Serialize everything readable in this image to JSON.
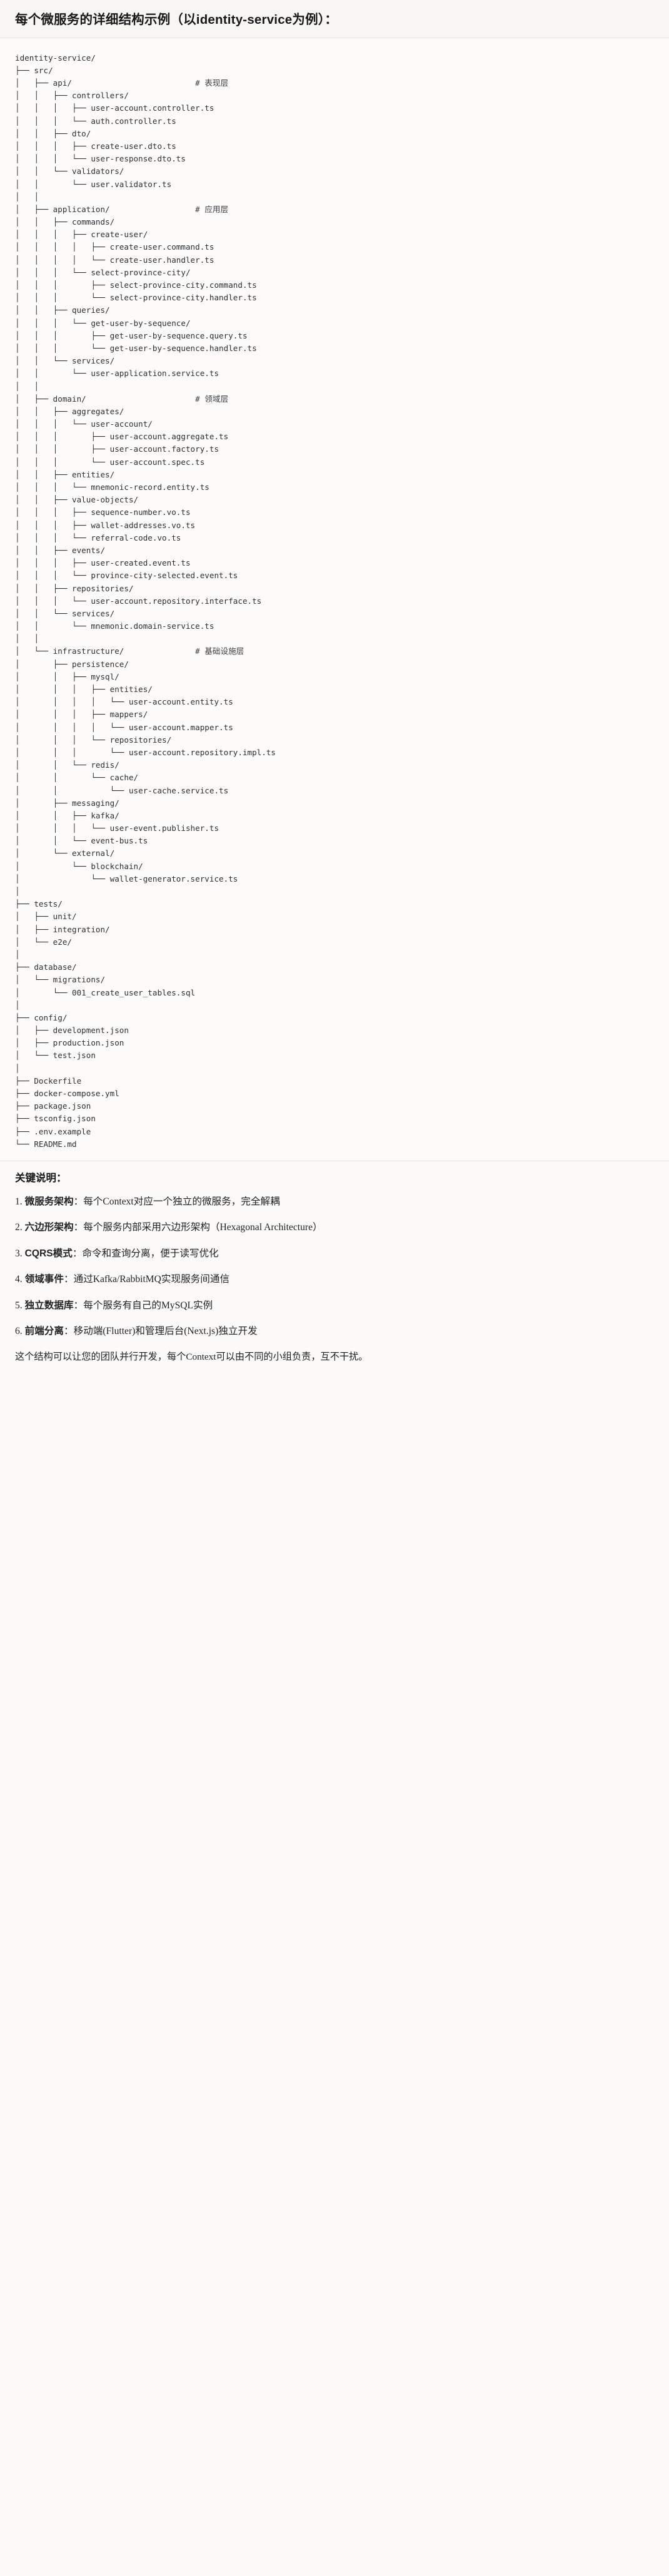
{
  "header": {
    "title": "每个微服务的详细结构示例（以identity-service为例）："
  },
  "tree": {
    "root_label": "identity-service/",
    "lines": [
      {
        "path": "identity-service/",
        "comment": ""
      },
      {
        "path": "├── src/",
        "comment": ""
      },
      {
        "path": "│   ├── api/",
        "comment": "# 表现层"
      },
      {
        "path": "│   │   ├── controllers/",
        "comment": ""
      },
      {
        "path": "│   │   │   ├── user-account.controller.ts",
        "comment": ""
      },
      {
        "path": "│   │   │   └── auth.controller.ts",
        "comment": ""
      },
      {
        "path": "│   │   ├── dto/",
        "comment": ""
      },
      {
        "path": "│   │   │   ├── create-user.dto.ts",
        "comment": ""
      },
      {
        "path": "│   │   │   └── user-response.dto.ts",
        "comment": ""
      },
      {
        "path": "│   │   └── validators/",
        "comment": ""
      },
      {
        "path": "│   │       └── user.validator.ts",
        "comment": ""
      },
      {
        "path": "│   │",
        "comment": ""
      },
      {
        "path": "│   ├── application/",
        "comment": "# 应用层"
      },
      {
        "path": "│   │   ├── commands/",
        "comment": ""
      },
      {
        "path": "│   │   │   ├── create-user/",
        "comment": ""
      },
      {
        "path": "│   │   │   │   ├── create-user.command.ts",
        "comment": ""
      },
      {
        "path": "│   │   │   │   └── create-user.handler.ts",
        "comment": ""
      },
      {
        "path": "│   │   │   └── select-province-city/",
        "comment": ""
      },
      {
        "path": "│   │   │       ├── select-province-city.command.ts",
        "comment": ""
      },
      {
        "path": "│   │   │       └── select-province-city.handler.ts",
        "comment": ""
      },
      {
        "path": "│   │   ├── queries/",
        "comment": ""
      },
      {
        "path": "│   │   │   └── get-user-by-sequence/",
        "comment": ""
      },
      {
        "path": "│   │   │       ├── get-user-by-sequence.query.ts",
        "comment": ""
      },
      {
        "path": "│   │   │       └── get-user-by-sequence.handler.ts",
        "comment": ""
      },
      {
        "path": "│   │   └── services/",
        "comment": ""
      },
      {
        "path": "│   │       └── user-application.service.ts",
        "comment": ""
      },
      {
        "path": "│   │",
        "comment": ""
      },
      {
        "path": "│   ├── domain/",
        "comment": "# 领域层"
      },
      {
        "path": "│   │   ├── aggregates/",
        "comment": ""
      },
      {
        "path": "│   │   │   └── user-account/",
        "comment": ""
      },
      {
        "path": "│   │   │       ├── user-account.aggregate.ts",
        "comment": ""
      },
      {
        "path": "│   │   │       ├── user-account.factory.ts",
        "comment": ""
      },
      {
        "path": "│   │   │       └── user-account.spec.ts",
        "comment": ""
      },
      {
        "path": "│   │   ├── entities/",
        "comment": ""
      },
      {
        "path": "│   │   │   └── mnemonic-record.entity.ts",
        "comment": ""
      },
      {
        "path": "│   │   ├── value-objects/",
        "comment": ""
      },
      {
        "path": "│   │   │   ├── sequence-number.vo.ts",
        "comment": ""
      },
      {
        "path": "│   │   │   ├── wallet-addresses.vo.ts",
        "comment": ""
      },
      {
        "path": "│   │   │   └── referral-code.vo.ts",
        "comment": ""
      },
      {
        "path": "│   │   ├── events/",
        "comment": ""
      },
      {
        "path": "│   │   │   ├── user-created.event.ts",
        "comment": ""
      },
      {
        "path": "│   │   │   └── province-city-selected.event.ts",
        "comment": ""
      },
      {
        "path": "│   │   ├── repositories/",
        "comment": ""
      },
      {
        "path": "│   │   │   └── user-account.repository.interface.ts",
        "comment": ""
      },
      {
        "path": "│   │   └── services/",
        "comment": ""
      },
      {
        "path": "│   │       └── mnemonic.domain-service.ts",
        "comment": ""
      },
      {
        "path": "│   │",
        "comment": ""
      },
      {
        "path": "│   └── infrastructure/",
        "comment": "# 基础设施层"
      },
      {
        "path": "│       ├── persistence/",
        "comment": ""
      },
      {
        "path": "│       │   ├── mysql/",
        "comment": ""
      },
      {
        "path": "│       │   │   ├── entities/",
        "comment": ""
      },
      {
        "path": "│       │   │   │   └── user-account.entity.ts",
        "comment": ""
      },
      {
        "path": "│       │   │   ├── mappers/",
        "comment": ""
      },
      {
        "path": "│       │   │   │   └── user-account.mapper.ts",
        "comment": ""
      },
      {
        "path": "│       │   │   └── repositories/",
        "comment": ""
      },
      {
        "path": "│       │   │       └── user-account.repository.impl.ts",
        "comment": ""
      },
      {
        "path": "│       │   └── redis/",
        "comment": ""
      },
      {
        "path": "│       │       └── cache/",
        "comment": ""
      },
      {
        "path": "│       │           └── user-cache.service.ts",
        "comment": ""
      },
      {
        "path": "│       ├── messaging/",
        "comment": ""
      },
      {
        "path": "│       │   ├── kafka/",
        "comment": ""
      },
      {
        "path": "│       │   │   └── user-event.publisher.ts",
        "comment": ""
      },
      {
        "path": "│       │   └── event-bus.ts",
        "comment": ""
      },
      {
        "path": "│       └── external/",
        "comment": ""
      },
      {
        "path": "│           └── blockchain/",
        "comment": ""
      },
      {
        "path": "│               └── wallet-generator.service.ts",
        "comment": ""
      },
      {
        "path": "│",
        "comment": ""
      },
      {
        "path": "├── tests/",
        "comment": ""
      },
      {
        "path": "│   ├── unit/",
        "comment": ""
      },
      {
        "path": "│   ├── integration/",
        "comment": ""
      },
      {
        "path": "│   └── e2e/",
        "comment": ""
      },
      {
        "path": "│",
        "comment": ""
      },
      {
        "path": "├── database/",
        "comment": ""
      },
      {
        "path": "│   └── migrations/",
        "comment": ""
      },
      {
        "path": "│       └── 001_create_user_tables.sql",
        "comment": ""
      },
      {
        "path": "│",
        "comment": ""
      },
      {
        "path": "├── config/",
        "comment": ""
      },
      {
        "path": "│   ├── development.json",
        "comment": ""
      },
      {
        "path": "│   ├── production.json",
        "comment": ""
      },
      {
        "path": "│   └── test.json",
        "comment": ""
      },
      {
        "path": "│",
        "comment": ""
      },
      {
        "path": "├── Dockerfile",
        "comment": ""
      },
      {
        "path": "├── docker-compose.yml",
        "comment": ""
      },
      {
        "path": "├── package.json",
        "comment": ""
      },
      {
        "path": "├── tsconfig.json",
        "comment": ""
      },
      {
        "path": "├── .env.example",
        "comment": ""
      },
      {
        "path": "└── README.md",
        "comment": ""
      }
    ]
  },
  "notes": {
    "title": "关键说明：",
    "items": [
      {
        "num": "1.",
        "term": "微服务架构",
        "sep": "：",
        "desc": "每个Context对应一个独立的微服务，完全解耦"
      },
      {
        "num": "2.",
        "term": "六边形架构",
        "sep": "：",
        "desc": "每个服务内部采用六边形架构（Hexagonal Architecture）"
      },
      {
        "num": "3.",
        "term": "CQRS模式",
        "sep": "：",
        "desc": "命令和查询分离，便于读写优化"
      },
      {
        "num": "4.",
        "term": "领域事件",
        "sep": "：",
        "desc": "通过Kafka/RabbitMQ实现服务间通信"
      },
      {
        "num": "5.",
        "term": "独立数据库",
        "sep": "：",
        "desc": "每个服务有自己的MySQL实例"
      },
      {
        "num": "6.",
        "term": "前端分离",
        "sep": "：",
        "desc": "移动端(Flutter)和管理后台(Next.js)独立开发"
      }
    ]
  },
  "closing": {
    "text": "这个结构可以让您的团队并行开发，每个Context可以由不同的小组负责，互不干扰。"
  },
  "colors": {
    "page_bg": "#fbfaf8",
    "header_bg": "#f7f6f2",
    "text": "#1b1b1b",
    "code_text": "#2c3034",
    "divider": "#e3e1db"
  }
}
